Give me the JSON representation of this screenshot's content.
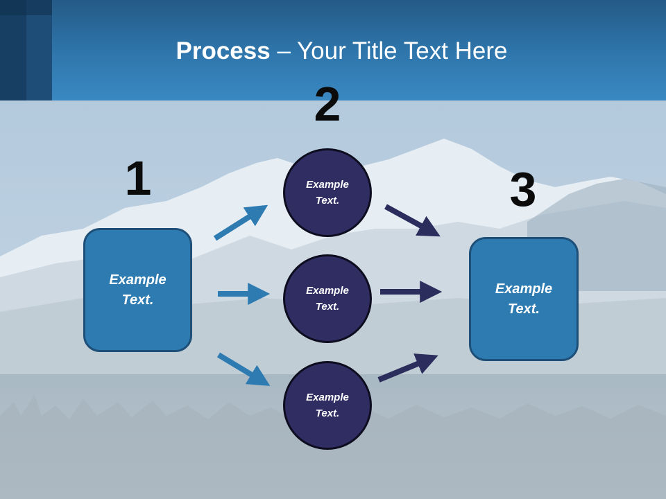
{
  "title": {
    "bold": "Process",
    "rest": " – Your Title Text Here"
  },
  "steps": [
    {
      "number": "1"
    },
    {
      "number": "2"
    },
    {
      "number": "3"
    }
  ],
  "input_box": {
    "text": "Example\nText."
  },
  "middle_circles": [
    {
      "text": "Example\nText."
    },
    {
      "text": "Example\nText."
    },
    {
      "text": "Example\nText."
    }
  ],
  "output_box": {
    "text": "Example\nText."
  },
  "colors": {
    "header": "#2f77ad",
    "box_fill": "#2e7bb2",
    "circle_fill": "#302d63",
    "arrow_in": "#2e7bb2",
    "arrow_out": "#2b2d5c",
    "number_text": "#0b0b0b"
  }
}
